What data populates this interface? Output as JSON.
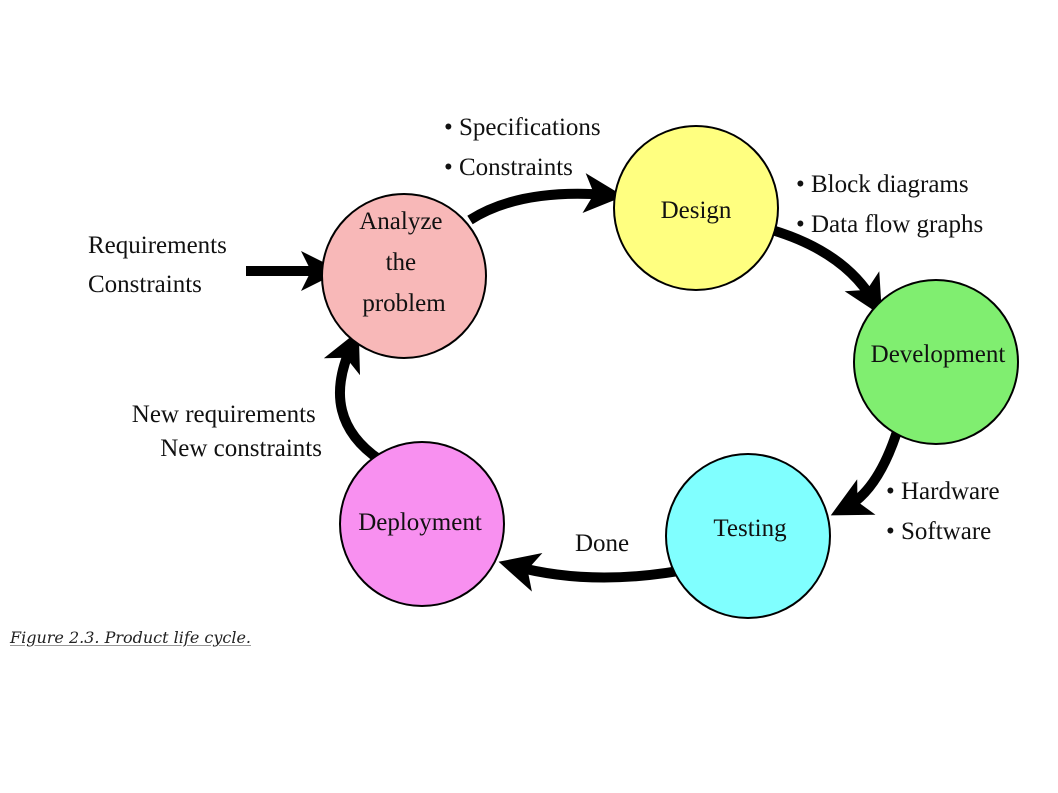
{
  "colors": {
    "analyze": "#f8b8b8",
    "design": "#ffff80",
    "development": "#80ee70",
    "testing": "#80ffff",
    "deployment": "#f890f0",
    "arrow": "#000000",
    "outline": "#000000"
  },
  "nodes": {
    "analyze": {
      "lines": [
        "Analyze",
        "the",
        "problem"
      ]
    },
    "design": {
      "lines": [
        "Design"
      ]
    },
    "development": {
      "lines": [
        "Development"
      ]
    },
    "testing": {
      "lines": [
        "Testing"
      ]
    },
    "deployment": {
      "lines": [
        "Deployment"
      ]
    }
  },
  "annotations": {
    "input": [
      "Requirements",
      "Constraints"
    ],
    "analyze_to_design": [
      "• Specifications",
      "• Constraints"
    ],
    "design_to_development": [
      "• Block diagrams",
      "• Data flow graphs"
    ],
    "development_to_testing": [
      "• Hardware",
      "• Software"
    ],
    "testing_to_deployment": [
      "Done"
    ],
    "deployment_to_analyze": [
      "New requirements",
      "New constraints"
    ]
  },
  "caption": "Figure 2.3. Product life cycle."
}
